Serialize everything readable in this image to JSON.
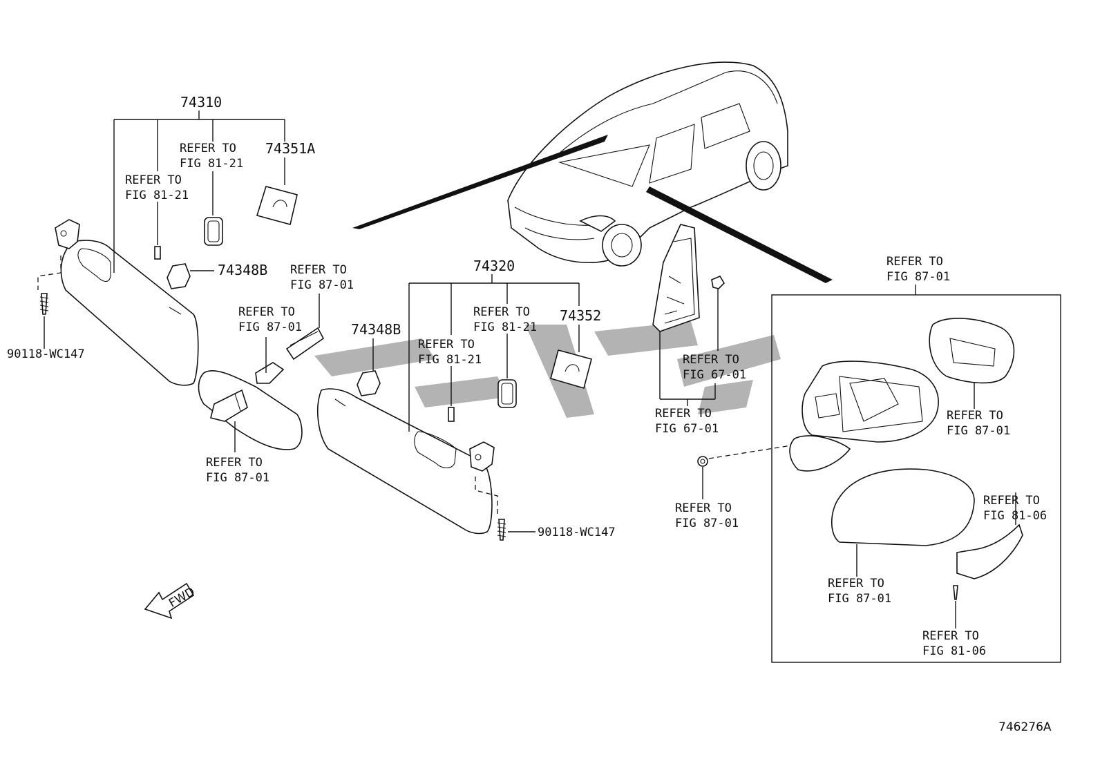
{
  "labels": {
    "p74310": "74310",
    "p74320": "74320",
    "p74351a": "74351A",
    "p74352": "74352",
    "p74348b_left": "74348B",
    "p74348b_mid": "74348B",
    "screw_left": "90118-WC147",
    "screw_right": "90118-WC147",
    "figure_number": "746276A",
    "fwd": "FWD"
  },
  "refs": [
    {
      "line1": "REFER TO",
      "line2": "FIG 81-21"
    },
    {
      "line1": "REFER TO",
      "line2": "FIG 81-21"
    },
    {
      "line1": "REFER TO",
      "line2": "FIG 87-01"
    },
    {
      "line1": "REFER TO",
      "line2": "FIG 87-01"
    },
    {
      "line1": "REFER TO",
      "line2": "FIG 87-01"
    },
    {
      "line1": "REFER TO",
      "line2": "FIG 81-21"
    },
    {
      "line1": "REFER TO",
      "line2": "FIG 81-21"
    },
    {
      "line1": "REFER TO",
      "line2": "FIG 67-01"
    },
    {
      "line1": "REFER TO",
      "line2": "FIG 67-01"
    },
    {
      "line1": "REFER TO",
      "line2": "FIG 87-01"
    },
    {
      "line1": "REFER TO",
      "line2": "FIG 87-01"
    },
    {
      "line1": "REFER TO",
      "line2": "FIG 87-01"
    },
    {
      "line1": "REFER TO",
      "line2": "FIG 81-06"
    },
    {
      "line1": "REFER TO",
      "line2": "FIG 87-01"
    },
    {
      "line1": "REFER TO",
      "line2": "FIG 81-06"
    }
  ]
}
